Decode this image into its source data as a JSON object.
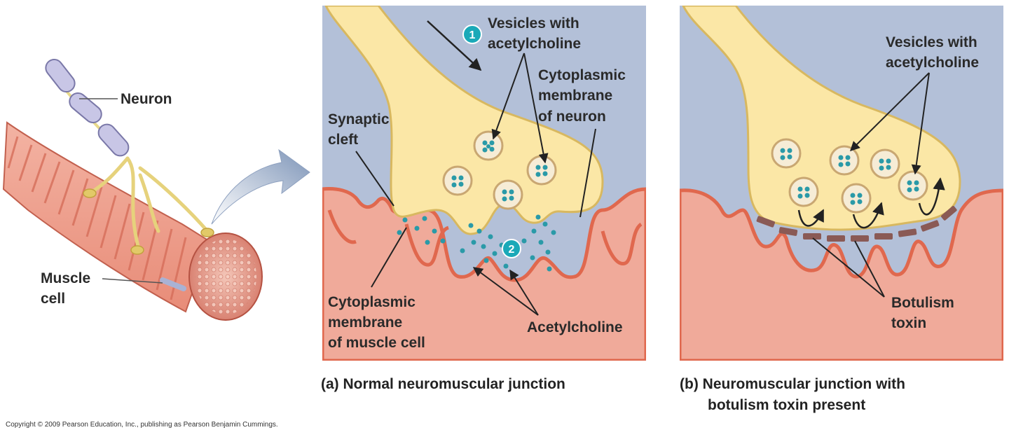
{
  "overview": {
    "neuron_label": "Neuron",
    "muscle_label_line1": "Muscle",
    "muscle_label_line2": "cell"
  },
  "panel_a": {
    "vesicles_line1": "Vesicles with",
    "vesicles_line2": "acetylcholine",
    "cyto_neuron_line1": "Cytoplasmic",
    "cyto_neuron_line2": "membrane",
    "cyto_neuron_line3": "of neuron",
    "cleft_line1": "Synaptic",
    "cleft_line2": "cleft",
    "cyto_muscle_line1": "Cytoplasmic",
    "cyto_muscle_line2": "membrane",
    "cyto_muscle_line3": "of muscle cell",
    "acetylcholine": "Acetylcholine",
    "step1": "1",
    "step2": "2",
    "caption": "(a) Normal neuromuscular junction"
  },
  "panel_b": {
    "vesicles_line1": "Vesicles with",
    "vesicles_line2": "acetylcholine",
    "toxin_line1": "Botulism",
    "toxin_line2": "toxin",
    "caption_line1": "(b) Neuromuscular junction with",
    "caption_line2": "botulism toxin present"
  },
  "copyright": "Copyright © 2009 Pearson Education, Inc., publishing as Pearson Benjamin Cummings.",
  "colors": {
    "extracellular": "#b3c0d8",
    "muscle": "#f0aa9a",
    "muscle_line": "#e0684e",
    "neuron": "#fbe7a6",
    "neuron_line": "#d8b860",
    "vesicle": "#f6ecd6",
    "acetylcholine": "#2a9aa8",
    "toxin": "#8a5a55"
  }
}
